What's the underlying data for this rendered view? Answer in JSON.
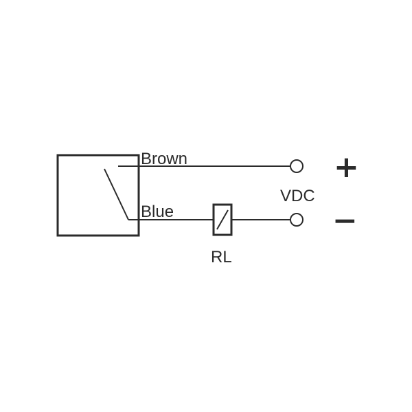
{
  "diagram": {
    "labels": {
      "brown": "Brown",
      "blue": "Blue",
      "vdc": "VDC",
      "relay": "RL",
      "plus": "+",
      "minus": "−"
    }
  }
}
